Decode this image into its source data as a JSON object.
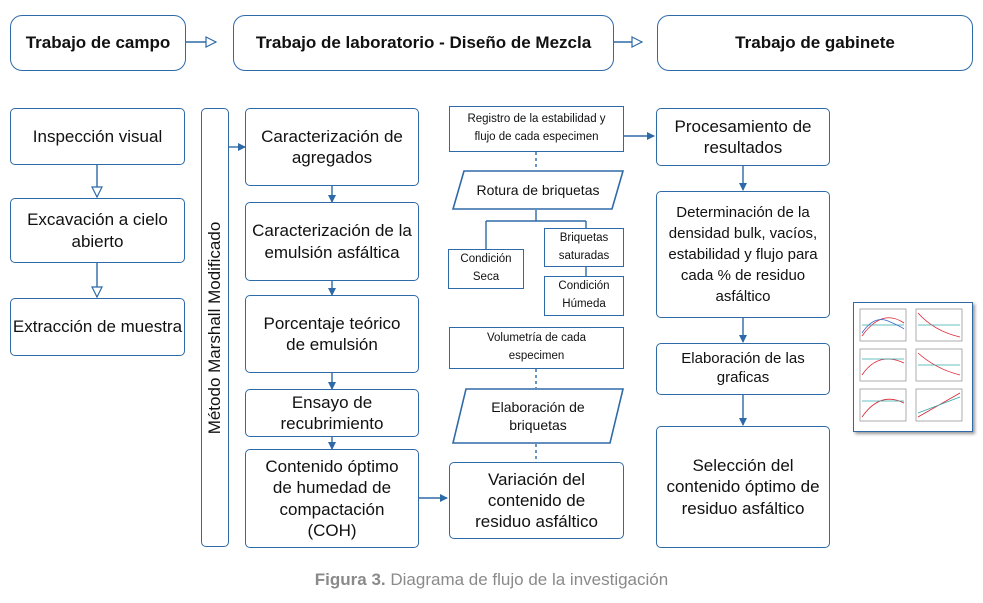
{
  "headers": {
    "field": "Trabajo de campo",
    "lab": "Trabajo de laboratorio - Diseño de Mezcla",
    "office": "Trabajo de gabinete"
  },
  "field_steps": [
    "Inspección visual",
    "Excavación a cielo abierto",
    "Extracción de muestra"
  ],
  "method_label": "Método Marshall Modificado",
  "lab_steps": [
    "Caracterización de agregados",
    "Caracterización de la emulsión asfáltica",
    "Porcentaje teórico de emulsión",
    "Ensayo de recubrimiento",
    "Contenido óptimo de humedad de compactación (COH)"
  ],
  "mix": {
    "registro": "Registro de la estabilidad y flujo de cada especimen",
    "rotura": "Rotura de briquetas",
    "seca": "Condición Seca",
    "saturadas": "Briquetas saturadas",
    "humeda": "Condición Húmeda",
    "volumetria": "Volumetría de cada especimen",
    "elaboracion": "Elaboración de briquetas",
    "variacion": "Variación del contenido de residuo asfáltico"
  },
  "office_steps": [
    "Procesamiento de resultados",
    "Determinación de la densidad bulk, vacíos, estabilidad y flujo para cada % de residuo asfáltico",
    "Elaboración de las graficas",
    "Selección del contenido óptimo de residuo asfáltico"
  ],
  "caption": {
    "label": "Figura 3.",
    "text": "Diagrama de flujo de la investigación"
  },
  "colors": {
    "border": "#2e6aa8",
    "caption": "#8a8a8a"
  }
}
